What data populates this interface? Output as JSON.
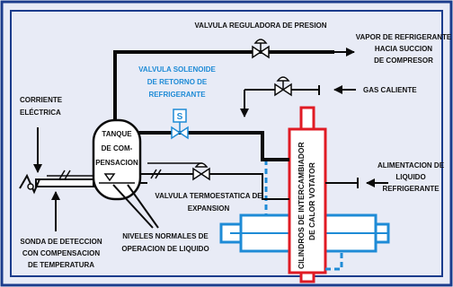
{
  "colors": {
    "background": "#e8ebf6",
    "frame": "#1b3c8c",
    "pipe": "#0b0b0b",
    "blue": "#1e8bd6",
    "red": "#e01b24",
    "text": "#111111"
  },
  "labels": {
    "pressure_valve": "VALVULA REGULADORA DE PRESION",
    "vapor_l1": "VAPOR DE REFRIGERANTE",
    "vapor_l2": "HACIA SUCCION",
    "vapor_l3": "DE COMPRESOR",
    "solenoid_l1": "VALVULA SOLENOIDE",
    "solenoid_l2": "DE RETORNO DE",
    "solenoid_l3": "REFRIGERANTE",
    "solenoid_symbol": "S",
    "current_l1": "CORRIENTE",
    "current_l2": "ELÉCTRICA",
    "hot_gas": "GAS CALIENTE",
    "tank_l1": "TANQUE",
    "tank_l2": "DE COM-",
    "tank_l3": "PENSACION",
    "cylinder_l1": "CILINDROS DE INTERCAMBIADOR",
    "cylinder_l2": "DE CALOR VOTATOR",
    "supply_l1": "ALIMENTACION DE",
    "supply_l2": "LIQUIDO",
    "supply_l3": "REFRIGERANTE",
    "expansion_l1": "VALVULA TERMOESTATICA DE",
    "expansion_l2": "EXPANSION",
    "probe_l1": "SONDA DE DETECCION",
    "probe_l2": "CON COMPENSACION",
    "probe_l3": "DE TEMPERATURA",
    "levels_l1": "NIVELES NORMALES DE",
    "levels_l2": "OPERACION DE LIQUIDO"
  }
}
